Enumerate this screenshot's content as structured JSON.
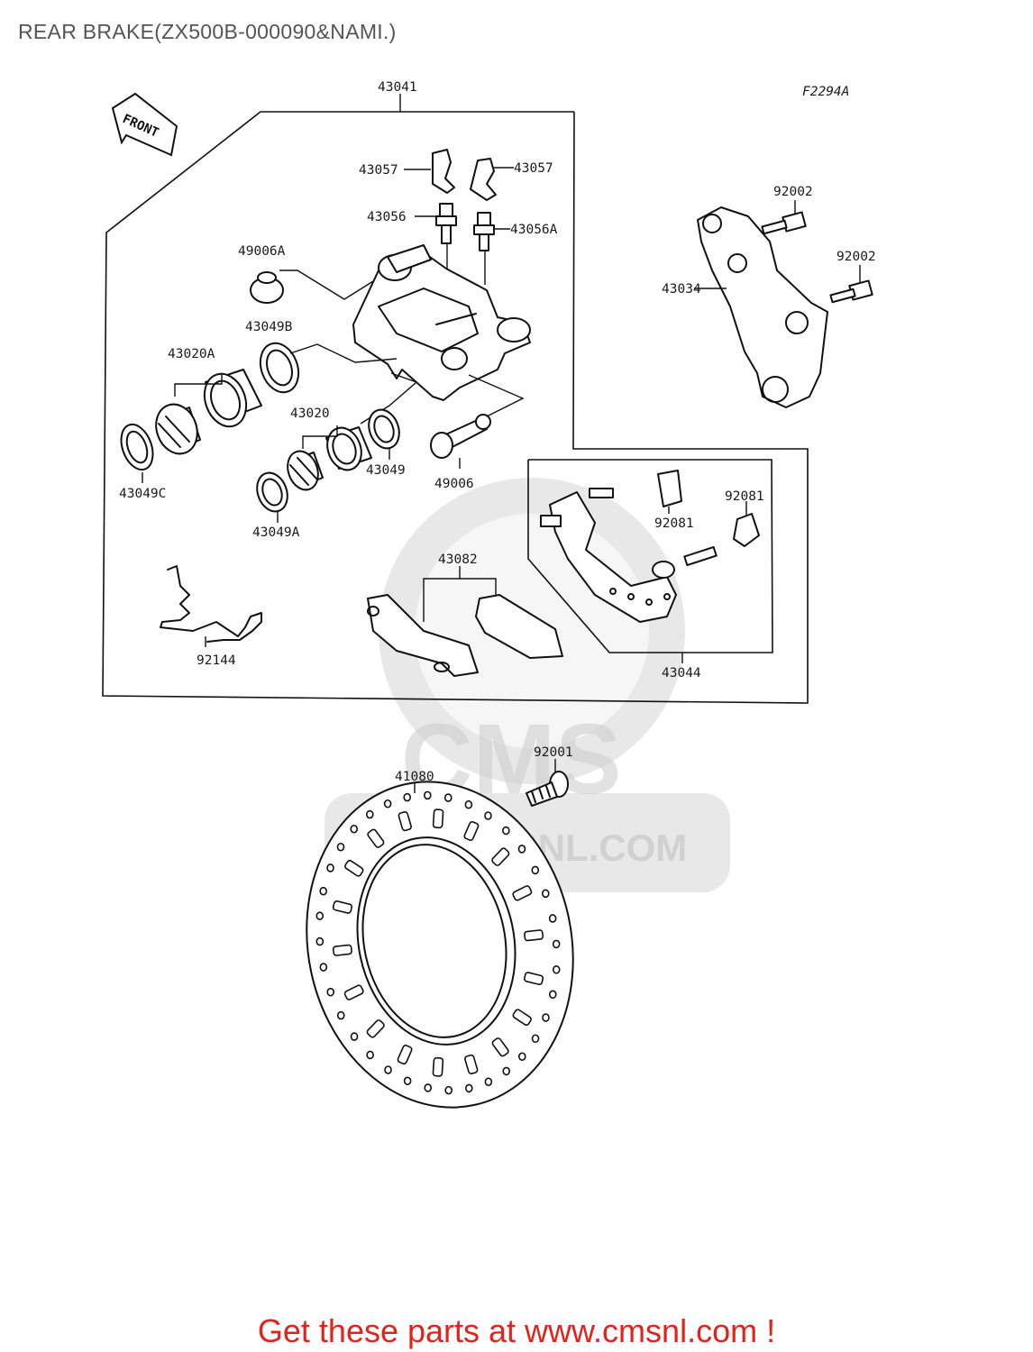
{
  "title": "REAR BRAKE(ZX500B-000090&NAMI.)",
  "figure_code": "F2294A",
  "front_label": "FRONT",
  "watermark": {
    "brand": "CMS",
    "url": "WWW.CMSNL.COM"
  },
  "parts": [
    {
      "id": "p43041",
      "num": "43041"
    },
    {
      "id": "p43057a",
      "num": "43057"
    },
    {
      "id": "p43057b",
      "num": "43057"
    },
    {
      "id": "p43056",
      "num": "43056"
    },
    {
      "id": "p43056A",
      "num": "43056A"
    },
    {
      "id": "p49006A",
      "num": "49006A"
    },
    {
      "id": "p43049B",
      "num": "43049B"
    },
    {
      "id": "p43020A",
      "num": "43020A"
    },
    {
      "id": "p43020",
      "num": "43020"
    },
    {
      "id": "p43049C",
      "num": "43049C"
    },
    {
      "id": "p43049",
      "num": "43049"
    },
    {
      "id": "p49006",
      "num": "49006"
    },
    {
      "id": "p43049A",
      "num": "43049A"
    },
    {
      "id": "p92002a",
      "num": "92002"
    },
    {
      "id": "p92002b",
      "num": "92002"
    },
    {
      "id": "p43034",
      "num": "43034"
    },
    {
      "id": "p92081a",
      "num": "92081"
    },
    {
      "id": "p92081b",
      "num": "92081"
    },
    {
      "id": "p43082",
      "num": "43082"
    },
    {
      "id": "p43044",
      "num": "43044"
    },
    {
      "id": "p92144",
      "num": "92144"
    },
    {
      "id": "p92001",
      "num": "92001"
    },
    {
      "id": "p41080",
      "num": "41080"
    }
  ],
  "footer": "Get these parts at www.cmsnl.com !"
}
